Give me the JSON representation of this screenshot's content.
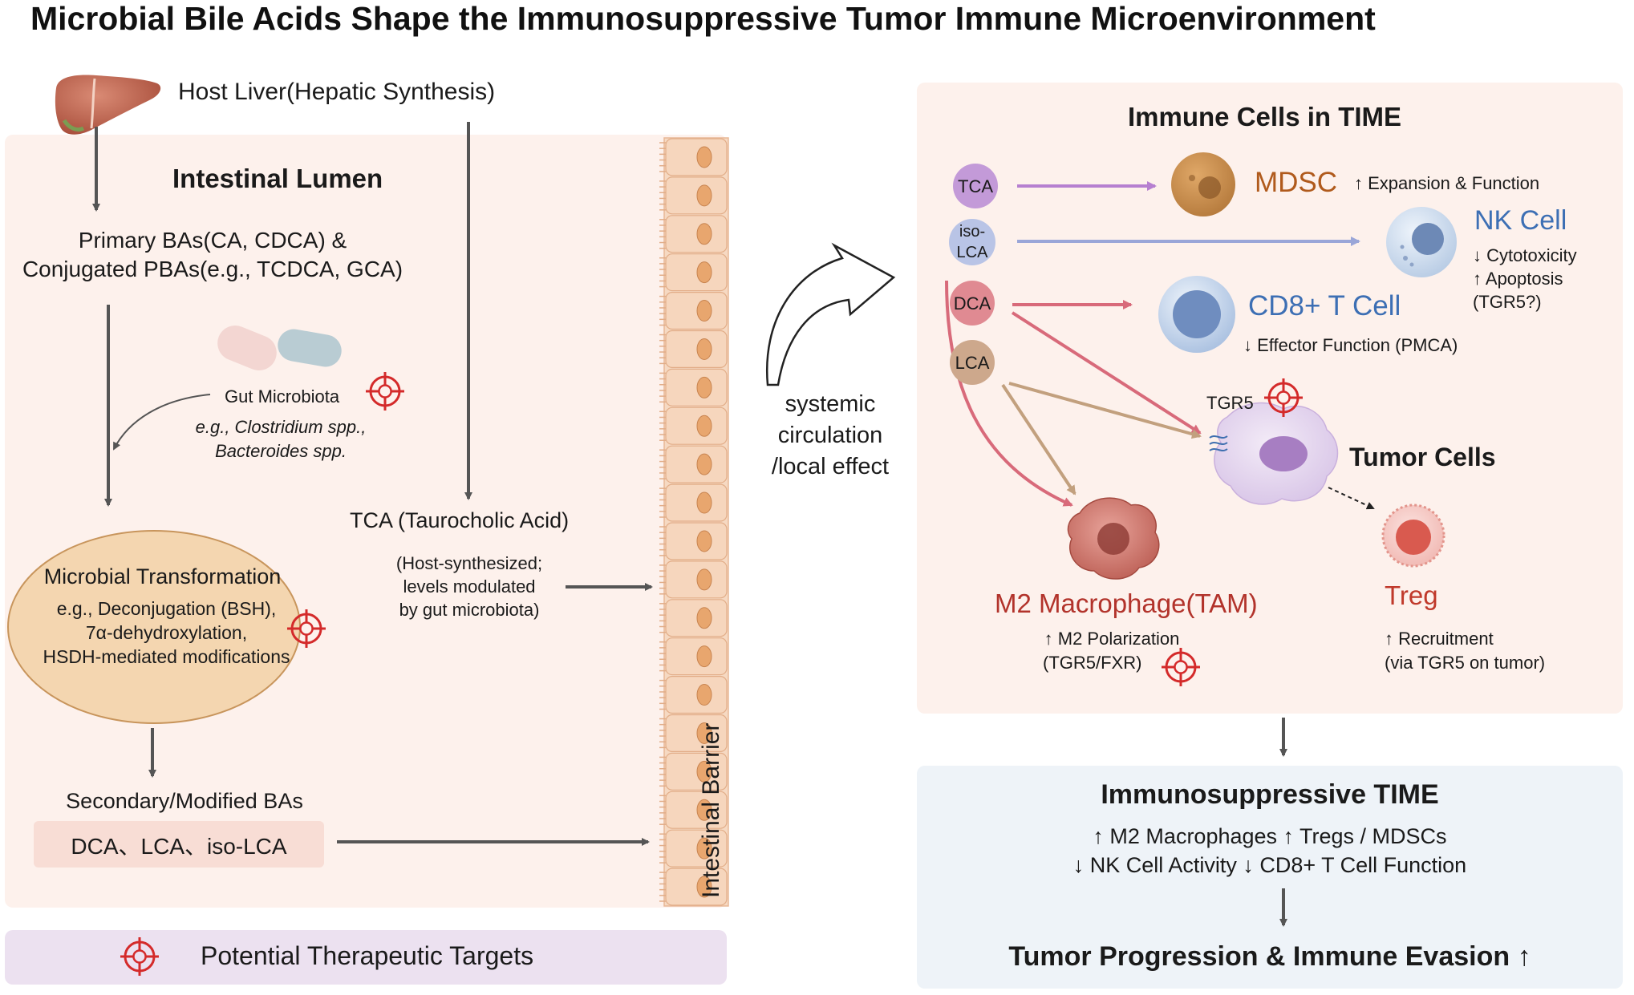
{
  "title": "Microbial Bile Acids Shape the Immunosuppressive Tumor Immune Microenvironment",
  "left": {
    "host_liver": "Host Liver(Hepatic Synthesis)",
    "lumen_title": "Intestinal Lumen",
    "primary_line1": "Primary BAs(CA, CDCA) &",
    "primary_line2": "Conjugated PBAs(e.g., TCDCA, GCA)",
    "gut_microbiota": "Gut Microbiota",
    "microbiota_eg1": "e.g., Clostridium spp.,",
    "microbiota_eg2": "Bacteroides spp.",
    "transformation_title": "Microbial Transformation",
    "transformation_l1": "e.g., Deconjugation (BSH),",
    "transformation_l2": "7α-dehydroxylation,",
    "transformation_l3": "HSDH-mediated modifications",
    "secondary_title": "Secondary/Modified BAs",
    "secondary_list": "DCA、LCA、iso-LCA",
    "tca_title": "TCA (Taurocholic Acid)",
    "tca_l1": "(Host-synthesized;",
    "tca_l2": "levels modulated",
    "tca_l3": "by gut microbiota)",
    "barrier_label": "Intestinal Barrier",
    "legend_label": "Potential Therapeutic Targets"
  },
  "middle": {
    "line1": "systemic",
    "line2": "circulation",
    "line3": "/local effect"
  },
  "time_panel": {
    "title": "Immune Cells in TIME",
    "ba_tca": "TCA",
    "ba_iso1": "iso-",
    "ba_iso2": "LCA",
    "ba_dca": "DCA",
    "ba_lca": "LCA",
    "mdsc": "MDSC",
    "mdsc_effect": "↑ Expansion & Function",
    "nk": "NK Cell",
    "nk_e1": "↓ Cytotoxicity",
    "nk_e2": "↑ Apoptosis",
    "nk_e3": "(TGR5?)",
    "cd8": "CD8+ T Cell",
    "cd8_effect": "↓ Effector Function (PMCA)",
    "tgr5": "TGR5",
    "tumor": "Tumor Cells",
    "m2": "M2 Macrophage(TAM)",
    "m2_e1": "↑ M2 Polarization",
    "m2_e2": "(TGR5/FXR)",
    "treg": "Treg",
    "treg_e1": "↑ Recruitment",
    "treg_e2": "(via TGR5 on tumor)"
  },
  "outcome": {
    "title": "Immunosuppressive TIME",
    "line1": "↑ M2 Macrophages ↑ Tregs / MDSCs",
    "line2": "↓ NK Cell Activity ↓ CD8+ T Cell Function",
    "final": "Tumor Progression & Immune Evasion ↑"
  },
  "colors": {
    "lumen_bg": "#fdf1ec",
    "time_bg": "#fdf1ec",
    "outcome_bg": "#eef3f8",
    "legend_bg": "#ece1f0",
    "transformation_fill": "#f4d6b0",
    "mdsc_text": "#b05a1c",
    "nk_text": "#3d6fb4",
    "cd8_text": "#3d6fb4",
    "m2_text": "#b2332b",
    "treg_text": "#c0392b",
    "target_red": "#d42a2a"
  }
}
